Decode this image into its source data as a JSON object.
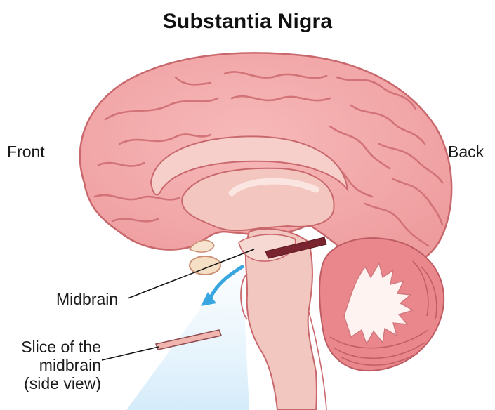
{
  "title": "Substantia Nigra",
  "labels": {
    "front": "Front",
    "back": "Back",
    "midbrain": "Midbrain",
    "slice_line1": "Slice of the",
    "slice_line2": "midbrain",
    "slice_line3": "(side view)"
  },
  "colors": {
    "cortex": "#f2a5a6",
    "cortex_dark": "#d9797c",
    "inner": "#f7d3cc",
    "brainstem": "#f0c4bd",
    "cerebellum_white": "#fff4f2",
    "nigra": "#7a2430",
    "arrow": "#3aa6e0",
    "glow": "#cfe9f9"
  }
}
